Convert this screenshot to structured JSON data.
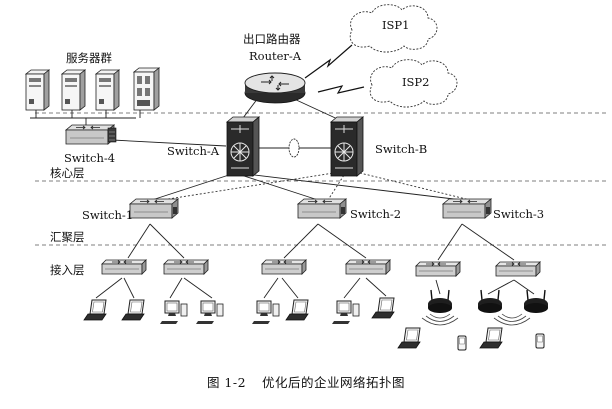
{
  "caption": {
    "number": "图 1-2",
    "title": "优化后的企业网络拓扑图"
  },
  "labels": {
    "router_cn": "出口路由器",
    "router_name": "Router-A",
    "isp1": "ISP1",
    "isp2": "ISP2",
    "server_group": "服务器群",
    "switch4": "Switch-4",
    "switchA": "Switch-A",
    "switchB": "Switch-B",
    "core_layer": "核心层",
    "switch1": "Switch-1",
    "switch2": "Switch-2",
    "switch3": "Switch-3",
    "aggregation_layer": "汇聚层",
    "access_layer": "接入层"
  },
  "icons": {
    "router": "router-icon",
    "core_switch": "core-switch-icon",
    "switch": "switch-icon",
    "server": "server-icon",
    "laptop": "laptop-icon",
    "desktop": "desktop-pc-icon",
    "access_point": "wireless-access-point-icon",
    "handheld": "handheld-device-icon",
    "cloud": "cloud-icon"
  },
  "colors": {
    "line": "#222222",
    "device_dark": "#2a2a2a",
    "device_light": "#d9d9d9"
  }
}
